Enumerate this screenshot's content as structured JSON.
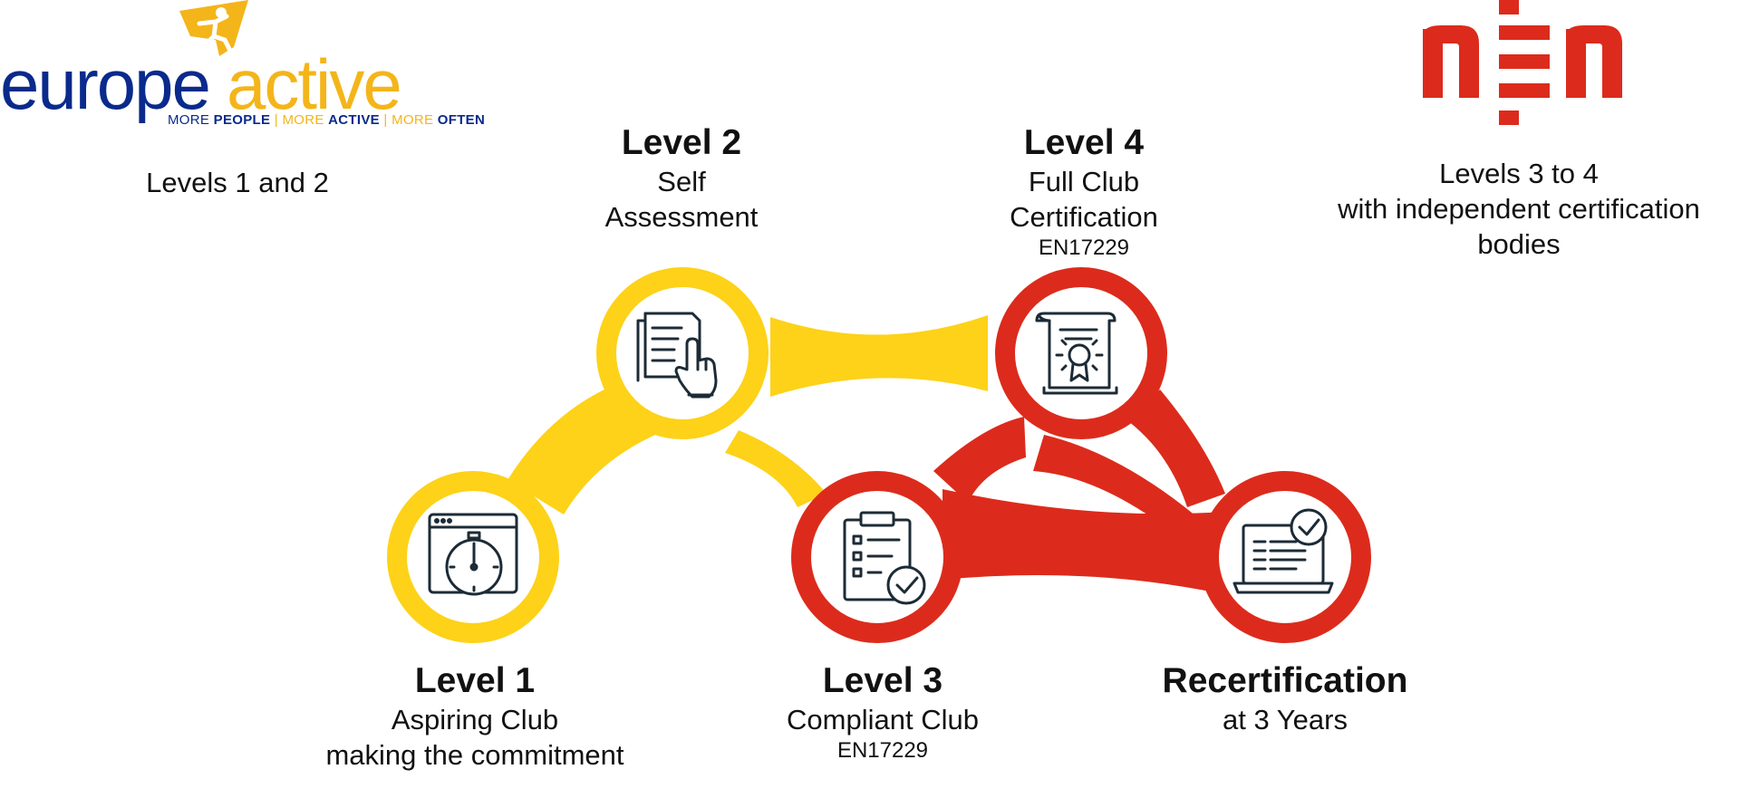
{
  "logos": {
    "europeactive": {
      "word_1": "europe",
      "word_2": "active",
      "tagline_1": "MORE ",
      "tagline_1b": "PEOPLE",
      "tagline_sep_1": " | MORE ",
      "tagline_2b": "ACTIVE",
      "tagline_sep_2": " | MORE ",
      "tagline_3b": "OFTEN",
      "color_blue": "#0a2a8c",
      "color_yellow": "#f4b51a"
    },
    "nen": {
      "color": "#dc2b1c"
    }
  },
  "notes": {
    "left": "Levels 1 and 2",
    "right_line_1": "Levels 3 to 4",
    "right_line_2": "with independent certification",
    "right_line_3": "bodies"
  },
  "levels": [
    {
      "title": "Level 1",
      "sub_1": "Aspiring Club",
      "sub_2": "making the commitment",
      "icon": "stopwatch-browser-icon"
    },
    {
      "title": "Level 2",
      "sub_1": "Self",
      "sub_2": "Assessment",
      "icon": "document-touch-icon"
    },
    {
      "title": "Level 3",
      "sub_1": "Compliant Club",
      "std": "EN17229",
      "icon": "clipboard-check-icon"
    },
    {
      "title": "Level 4",
      "sub_1": "Full Club",
      "sub_2": "Certification",
      "std": "EN17229",
      "icon": "certificate-icon"
    },
    {
      "title": "Recertification",
      "sub_1": "at 3 Years",
      "icon": "laptop-check-icon"
    }
  ],
  "colors": {
    "yellow": "#fdd218",
    "red": "#dc2b1c",
    "icon": "#1c2b36"
  }
}
